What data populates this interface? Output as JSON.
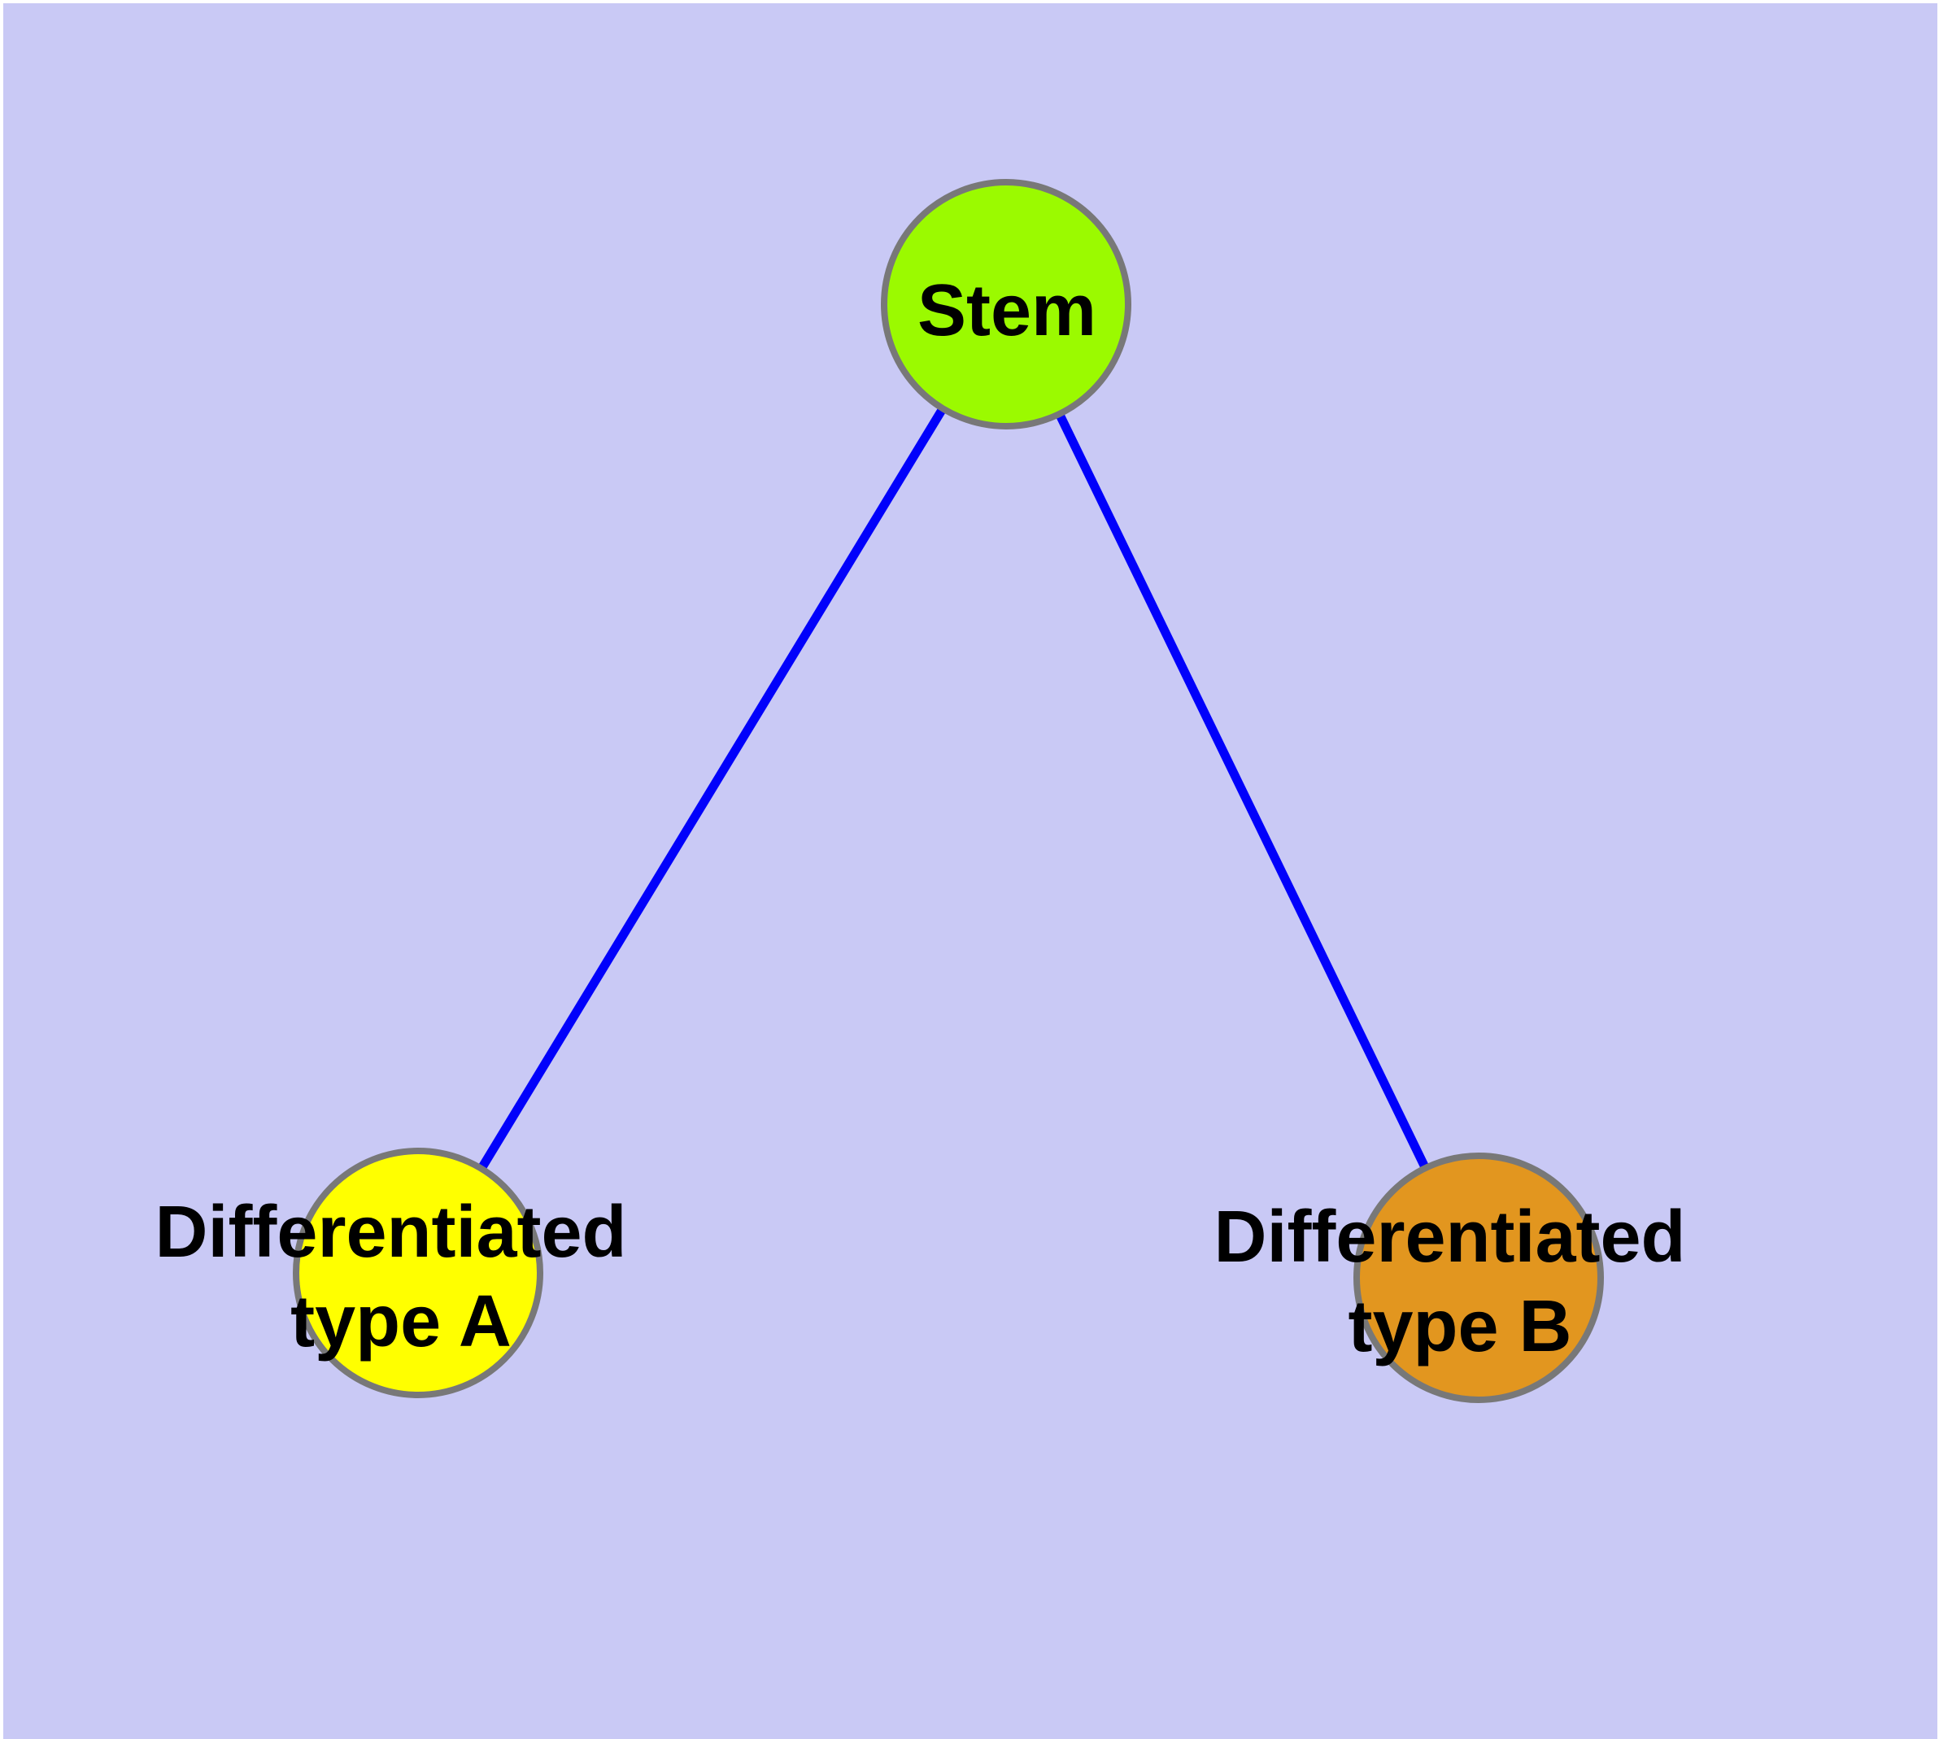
{
  "diagram": {
    "background_color": "#C9C9F5",
    "margin_color": "#FFFFFF",
    "edge_color": "#0101FB",
    "node_border_color": "#787878",
    "text_color": "#000000",
    "nodes": [
      {
        "id": "stem",
        "label": "Stem",
        "fill": "#9BFA00"
      },
      {
        "id": "type-a",
        "label_line1": "Differentiated",
        "label_line2": "type A",
        "fill": "#FFFF00"
      },
      {
        "id": "type-b",
        "label_line1": "Differentiated",
        "label_line2": "type B",
        "fill": "#E2961F"
      }
    ],
    "edges": [
      {
        "from": "stem",
        "to": "type-a"
      },
      {
        "from": "stem",
        "to": "type-b"
      }
    ]
  }
}
